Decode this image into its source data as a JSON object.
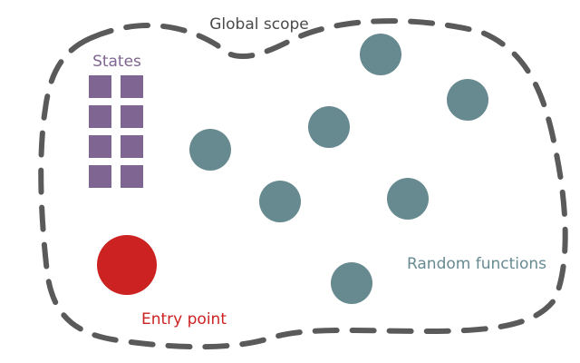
{
  "labels": {
    "global_scope": "Global scope",
    "states": "States",
    "random_functions": "Random functions",
    "entry_point": "Entry point"
  },
  "elements": {
    "state_cells": 8,
    "random_function_nodes": 7,
    "entry_points": 1
  },
  "colors": {
    "scope_border": "#5a5a5a",
    "global_scope_text": "#4a4a4a",
    "states": "#7f6591",
    "random_functions": "#678a91",
    "entry_point": "#cc2222"
  }
}
